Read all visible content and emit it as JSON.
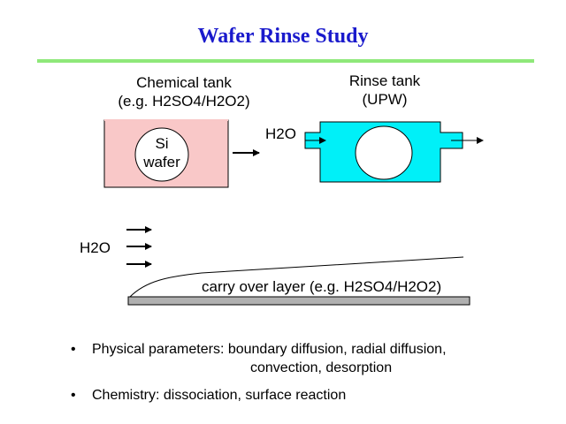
{
  "title": "Wafer Rinse Study",
  "chemical_tank": {
    "line1": "Chemical tank",
    "line2": "(e.g. H2SO4/H2O2)"
  },
  "si_wafer": {
    "line1": "Si",
    "line2": "wafer"
  },
  "rinse_tank": {
    "line1": "Rinse tank",
    "line2": "(UPW)"
  },
  "h2o_inlet_label": "H2O",
  "h2o_flow_label": "H2O",
  "carry_over_label": "carry over layer (e.g. H2SO4/H2O2)",
  "bullets": [
    {
      "line1": "Physical parameters: boundary diffusion, radial diffusion,",
      "line2": "convection, desorption"
    },
    {
      "line1": "Chemistry: dissociation, surface reaction"
    }
  ],
  "colors": {
    "title": "#1a1acc",
    "rule": "#8fe87a",
    "chemical_fill": "#f9c8c8",
    "rinse_fill": "#00f0f8",
    "substrate": "#b0b0b0"
  }
}
